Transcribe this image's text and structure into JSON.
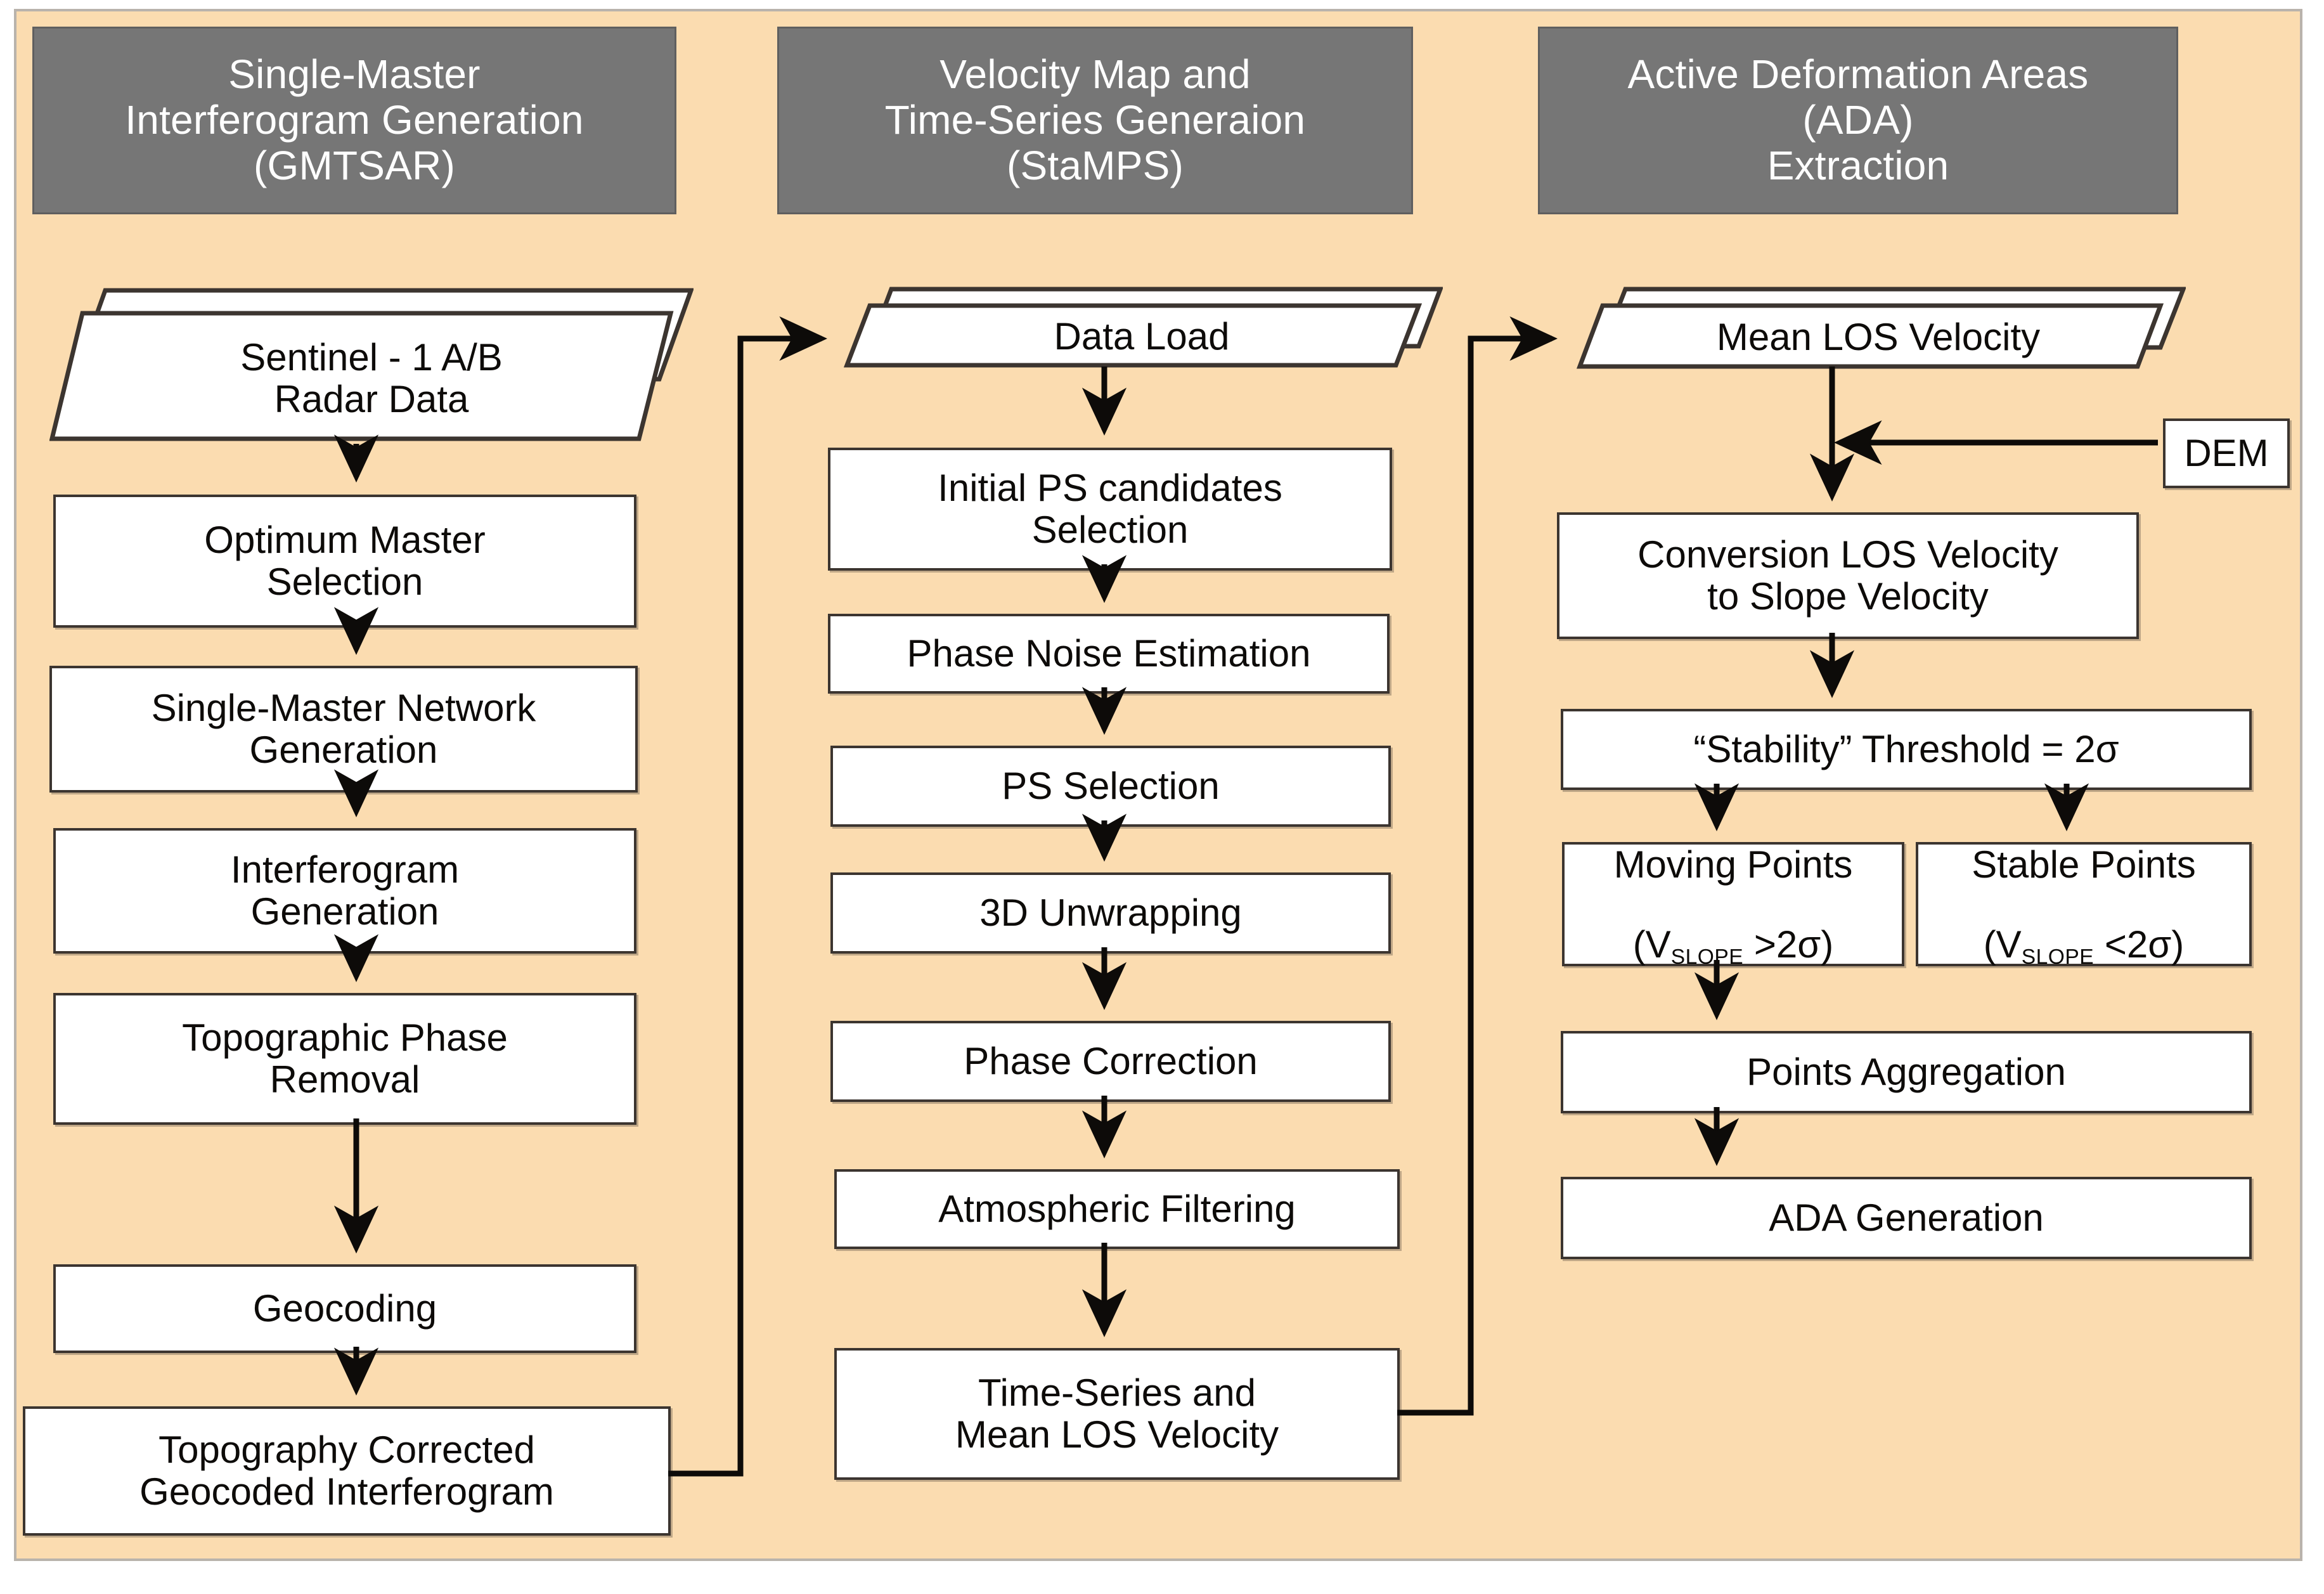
{
  "figure": {
    "type": "flowchart",
    "panel_background": "#fbdcb0",
    "header_background": "#767676",
    "header_text_color": "#ffffff",
    "box_border_color": "#3c3530",
    "box_fill": "#ffffff"
  },
  "columns": [
    {
      "id": "col1",
      "header": "Single-Master\nInterferogram  Generation\n(GMTSAR)",
      "nodes": [
        {
          "id": "c1n1",
          "shape": "data",
          "label": "Sentinel - 1 A/B\nRadar Data"
        },
        {
          "id": "c1n2",
          "shape": "process",
          "label": "Optimum Master\nSelection"
        },
        {
          "id": "c1n3",
          "shape": "process",
          "label": "Single-Master Network\nGeneration"
        },
        {
          "id": "c1n4",
          "shape": "process",
          "label": "Interferogram\nGeneration"
        },
        {
          "id": "c1n5",
          "shape": "process",
          "label": "Topographic Phase\nRemoval"
        },
        {
          "id": "c1n6",
          "shape": "process",
          "label": "Geocoding"
        },
        {
          "id": "c1n7",
          "shape": "process",
          "label": "Topography Corrected\nGeocoded Interferogram"
        }
      ]
    },
    {
      "id": "col2",
      "header": "Velocity Map and\nTime-Series Generaion\n(StaMPS)",
      "nodes": [
        {
          "id": "c2n1",
          "shape": "data",
          "label": "Data Load"
        },
        {
          "id": "c2n2",
          "shape": "process",
          "label": "Initial PS candidates\nSelection"
        },
        {
          "id": "c2n3",
          "shape": "process",
          "label": "Phase Noise Estimation"
        },
        {
          "id": "c2n4",
          "shape": "process",
          "label": "PS Selection"
        },
        {
          "id": "c2n5",
          "shape": "process",
          "label": "3D Unwrapping"
        },
        {
          "id": "c2n6",
          "shape": "process",
          "label": "Phase Correction"
        },
        {
          "id": "c2n7",
          "shape": "process",
          "label": "Atmospheric Filtering"
        },
        {
          "id": "c2n8",
          "shape": "process",
          "label": "Time-Series and\nMean LOS Velocity"
        }
      ]
    },
    {
      "id": "col3",
      "header": "Active Deformation Areas\n(ADA)\nExtraction",
      "nodes": [
        {
          "id": "c3n1",
          "shape": "data",
          "label": "Mean LOS Velocity"
        },
        {
          "id": "c3dem",
          "shape": "process",
          "label": "DEM"
        },
        {
          "id": "c3n2",
          "shape": "process",
          "label": "Conversion LOS Velocity\nto Slope Velocity"
        },
        {
          "id": "c3n3",
          "shape": "process",
          "label": "“Stability” Threshold = 2σ"
        },
        {
          "id": "c3n4",
          "shape": "process",
          "label_line1": "Moving Points",
          "label_line2_pre": "(V",
          "label_sub": "SLOPE",
          "label_line2_post": " >2σ)"
        },
        {
          "id": "c3n5",
          "shape": "process",
          "label_line1": "Stable Points",
          "label_line2_pre": "(V",
          "label_sub": "SLOPE",
          "label_line2_post": " <2σ)"
        },
        {
          "id": "c3n6",
          "shape": "process",
          "label": "Points Aggregation"
        },
        {
          "id": "c3n7",
          "shape": "process",
          "label": "ADA Generation"
        }
      ]
    }
  ],
  "connectors": [
    {
      "from": "c1n1",
      "to": "c1n2",
      "kind": "vertical-arrow"
    },
    {
      "from": "c1n2",
      "to": "c1n3",
      "kind": "vertical-arrow"
    },
    {
      "from": "c1n3",
      "to": "c1n4",
      "kind": "vertical-arrow"
    },
    {
      "from": "c1n4",
      "to": "c1n5",
      "kind": "vertical-arrow"
    },
    {
      "from": "c1n5",
      "to": "c1n6",
      "kind": "vertical-arrow"
    },
    {
      "from": "c1n6",
      "to": "c1n7",
      "kind": "vertical-arrow"
    },
    {
      "from": "c1n7",
      "to": "c2n1",
      "kind": "elbow-right-up-right"
    },
    {
      "from": "c2n1",
      "to": "c2n2",
      "kind": "vertical-arrow"
    },
    {
      "from": "c2n2",
      "to": "c2n3",
      "kind": "vertical-arrow"
    },
    {
      "from": "c2n3",
      "to": "c2n4",
      "kind": "vertical-arrow"
    },
    {
      "from": "c2n4",
      "to": "c2n5",
      "kind": "vertical-arrow"
    },
    {
      "from": "c2n5",
      "to": "c2n6",
      "kind": "vertical-arrow"
    },
    {
      "from": "c2n6",
      "to": "c2n7",
      "kind": "vertical-arrow"
    },
    {
      "from": "c2n7",
      "to": "c2n8",
      "kind": "vertical-arrow"
    },
    {
      "from": "c2n8",
      "to": "c3n1",
      "kind": "elbow-right-up-right"
    },
    {
      "from": "c3n1",
      "to": "c3n2",
      "kind": "vertical-arrow"
    },
    {
      "from": "c3dem",
      "to": "c3n1-c3n2-link",
      "kind": "horizontal-arrow-left"
    },
    {
      "from": "c3n2",
      "to": "c3n3",
      "kind": "vertical-arrow"
    },
    {
      "from": "c3n3",
      "to": "c3n4",
      "kind": "vertical-arrow"
    },
    {
      "from": "c3n3",
      "to": "c3n5",
      "kind": "vertical-arrow"
    },
    {
      "from": "c3n4",
      "to": "c3n6",
      "kind": "vertical-arrow"
    },
    {
      "from": "c3n6",
      "to": "c3n7",
      "kind": "vertical-arrow"
    }
  ]
}
